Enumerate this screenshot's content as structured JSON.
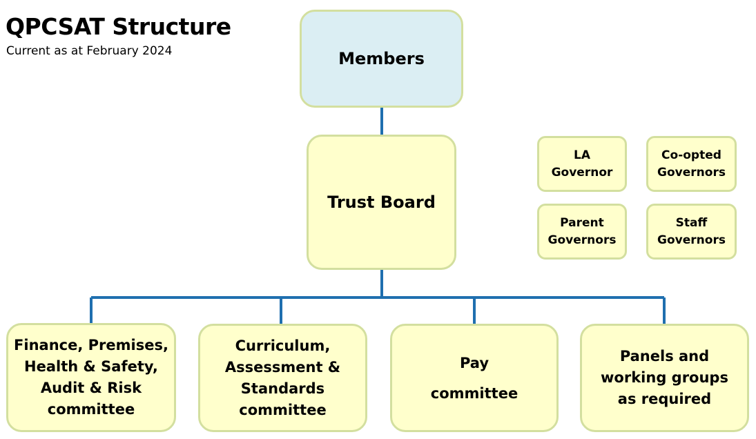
{
  "header": {
    "title": "QPCSAT Structure",
    "subtitle": "Current as at February 2024"
  },
  "colors": {
    "connector": "#1f6faf",
    "box_border": "#d3df9f",
    "box_fill": "#ffffcc",
    "members_fill": "#dbeef3"
  },
  "nodes": {
    "members": {
      "label": "Members"
    },
    "trust_board": {
      "label": "Trust Board"
    },
    "governors": [
      {
        "lines": [
          "LA",
          "Governor"
        ]
      },
      {
        "lines": [
          "Co-opted",
          "Governors"
        ]
      },
      {
        "lines": [
          "Parent",
          "Governors"
        ]
      },
      {
        "lines": [
          "Staff",
          "Governors"
        ]
      }
    ],
    "committees": [
      {
        "lines": [
          "Finance, Premises,",
          "Health & Safety,",
          "Audit & Risk",
          "committee"
        ]
      },
      {
        "lines": [
          "Curriculum,",
          "Assessment &",
          "Standards",
          "committee"
        ]
      },
      {
        "lines": [
          "Pay",
          "committee"
        ]
      },
      {
        "lines": [
          "Panels and",
          "working groups",
          "as required"
        ]
      }
    ]
  },
  "edges": [
    {
      "from": "members",
      "to": "trust_board"
    },
    {
      "from": "trust_board",
      "to": "committees.0"
    },
    {
      "from": "trust_board",
      "to": "committees.1"
    },
    {
      "from": "trust_board",
      "to": "committees.2"
    },
    {
      "from": "trust_board",
      "to": "committees.3"
    }
  ]
}
